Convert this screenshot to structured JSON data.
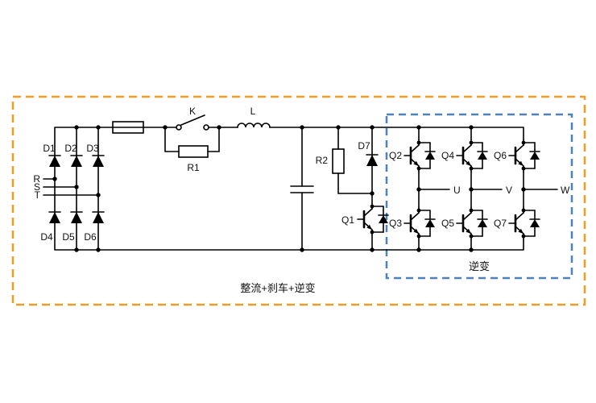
{
  "diagram": {
    "title": "整流+刹车+逆变",
    "inverter_section_label": "逆变",
    "colors": {
      "outer_border": "#f59a23",
      "inverter_border": "#4f81bd",
      "wire": "#000000",
      "background": "#ffffff"
    },
    "phase_inputs": {
      "r": "R",
      "s": "S",
      "t": "T"
    },
    "rectifier": {
      "d1": "D1",
      "d2": "D2",
      "d3": "D3",
      "d4": "D4",
      "d5": "D5",
      "d6": "D6"
    },
    "dc_link": {
      "switch": "K",
      "inductor": "L",
      "precharge_resistor": "R1",
      "brake_resistor": "R2",
      "brake_diode": "D7",
      "brake_transistor": "Q1"
    },
    "inverter": {
      "q2": "Q2",
      "q3": "Q3",
      "q4": "Q4",
      "q5": "Q5",
      "q6": "Q6",
      "q7": "Q7"
    },
    "outputs": {
      "u": "U",
      "v": "V",
      "w": "W"
    }
  }
}
